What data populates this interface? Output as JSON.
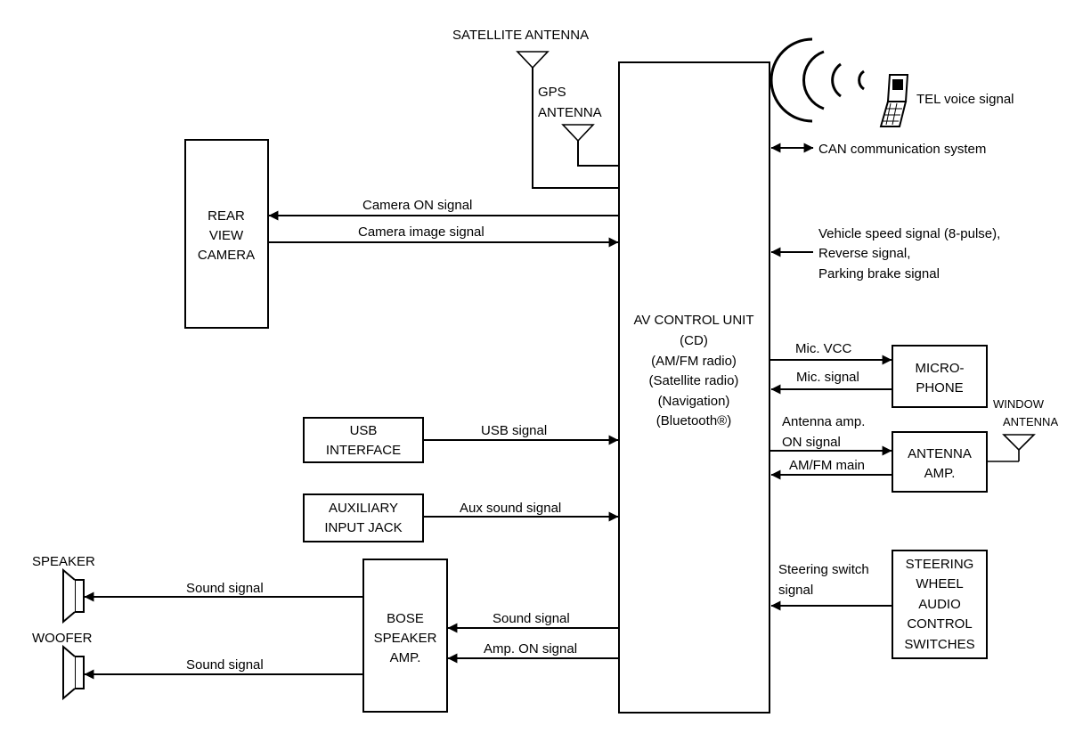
{
  "blocks": {
    "av_control_unit": [
      "AV CONTROL UNIT",
      "(CD)",
      "(AM/FM radio)",
      "(Satellite radio)",
      "(Navigation)",
      "(Bluetooth®)"
    ],
    "rear_view_camera": [
      "REAR",
      "VIEW",
      "CAMERA"
    ],
    "usb_interface": [
      "USB",
      "INTERFACE"
    ],
    "auxiliary_input_jack": [
      "AUXILIARY",
      "INPUT JACK"
    ],
    "bose_speaker_amp": [
      "BOSE",
      "SPEAKER",
      "AMP."
    ],
    "microphone": [
      "MICRO-",
      "PHONE"
    ],
    "antenna_amp": [
      "ANTENNA",
      "AMP."
    ],
    "steering_switches": [
      "STEERING",
      "WHEEL",
      "AUDIO",
      "CONTROL",
      "SWITCHES"
    ]
  },
  "components": {
    "satellite_antenna": "SATELLITE ANTENNA",
    "gps_antenna": [
      "GPS",
      "ANTENNA"
    ],
    "window_antenna": [
      "WINDOW",
      "ANTENNA"
    ],
    "speaker": "SPEAKER",
    "woofer": "WOOFER",
    "tel_voice": "TEL voice signal"
  },
  "signals": {
    "can": "CAN communication system",
    "camera_on": "Camera ON signal",
    "camera_image": "Camera image signal",
    "vehicle_inputs": [
      "Vehicle speed signal (8-pulse),",
      "Reverse signal,",
      "Parking brake signal"
    ],
    "mic_vcc": "Mic. VCC",
    "mic_signal": "Mic. signal",
    "antenna_amp_on": [
      "Antenna amp.",
      "ON signal"
    ],
    "am_fm_main": "AM/FM main",
    "usb_signal": "USB signal",
    "aux_sound": "Aux sound signal",
    "steering_switch": [
      "Steering switch",
      "signal"
    ],
    "sound_to_speaker": "Sound signal",
    "sound_to_woofer": "Sound signal",
    "sound_from_av": "Sound signal",
    "amp_on": "Amp. ON signal"
  }
}
